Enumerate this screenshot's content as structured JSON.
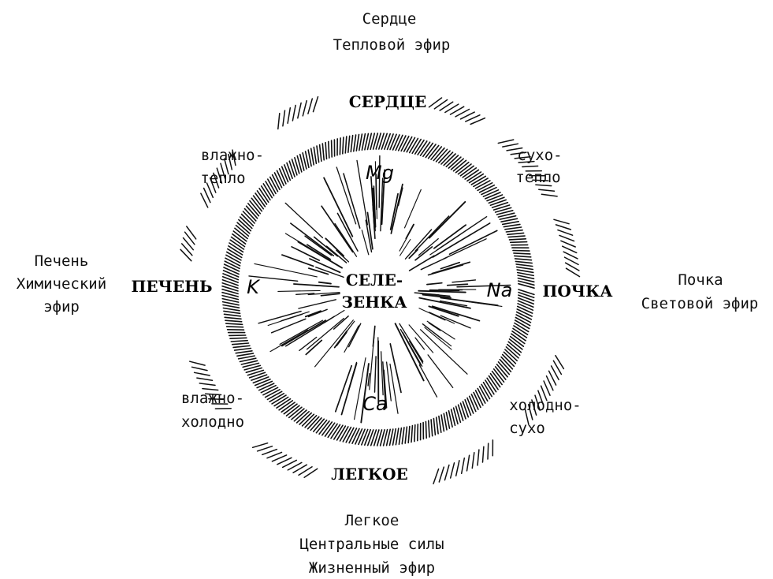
{
  "outer_labels": {
    "top": [
      "Сердце",
      "Тепловой эфир"
    ],
    "left": [
      "Печень",
      "Химический",
      "эфир"
    ],
    "right": [
      "Почка",
      "Световой эфир"
    ],
    "bottom": [
      "Легкое",
      "Центральные силы",
      "Жизненный эфир"
    ]
  },
  "organs": {
    "top": "СЕРДЦЕ",
    "left": "ПЕЧЕНЬ",
    "right": "ПОЧКА",
    "bottom": "ЛЕГКОЕ"
  },
  "qualities": {
    "upper_left": [
      "влажно-",
      "тепло"
    ],
    "upper_right": [
      "сухо-",
      "тепло"
    ],
    "lower_left": [
      "влажно-",
      "холодно"
    ],
    "lower_right": [
      "холодно-",
      "сухо"
    ]
  },
  "elements": {
    "top": "Mg",
    "left": "K",
    "right": "Na",
    "bottom": "Ca"
  },
  "center": [
    "СЕЛЕ-",
    "ЗЕНКА"
  ],
  "ink_color": "#111111"
}
